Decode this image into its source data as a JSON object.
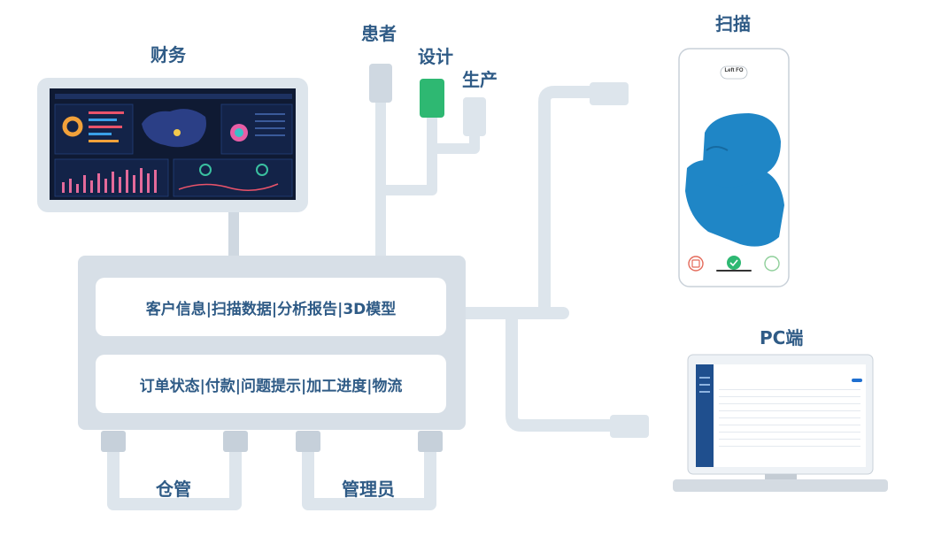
{
  "labels": {
    "finance": "财务",
    "patient": "患者",
    "design": "设计",
    "production": "生产",
    "scan": "扫描",
    "pc": "PC端",
    "warehouse": "仓管",
    "admin": "管理员"
  },
  "hub": {
    "row1": "客户信息|扫描数据|分析报告|3D模型",
    "row2": "订单状态|付款|问题提示|加工进度|物流"
  },
  "phone": {
    "tag": "Left FO"
  },
  "colors": {
    "text": "#2f5b86",
    "pipe": "#dde5ec",
    "plug": "#cfd8e1",
    "hub": "#d7dfe7",
    "design_plug": "#2eb872",
    "scan_model": "#1f86c6"
  }
}
